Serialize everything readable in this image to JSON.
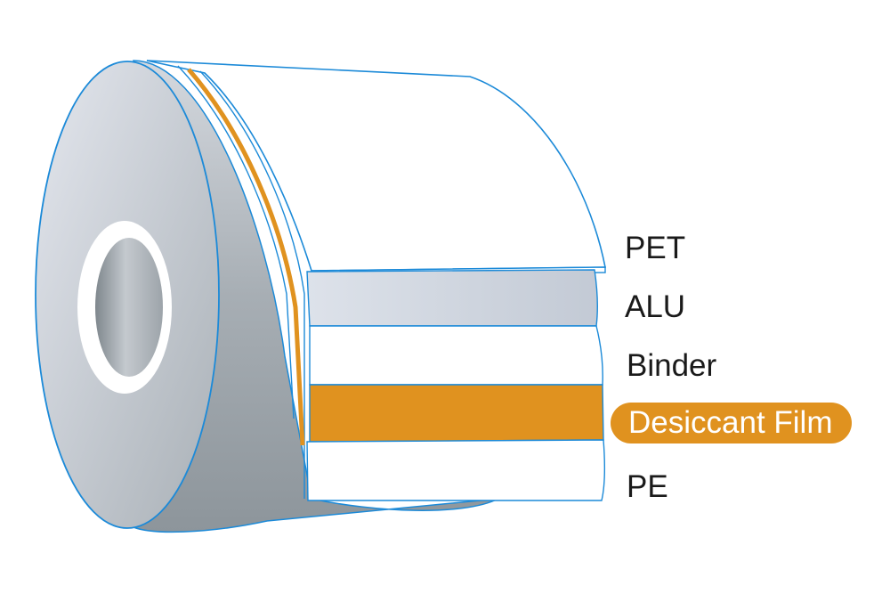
{
  "layers": [
    {
      "id": "pet",
      "label": "PET",
      "color": "#ffffff"
    },
    {
      "id": "alu",
      "label": "ALU",
      "color": "#cfd6e2"
    },
    {
      "id": "binder",
      "label": "Binder",
      "color": "#ffffff"
    },
    {
      "id": "desiccant",
      "label": "Desiccant Film",
      "color": "#e0921f",
      "highlighted": true
    },
    {
      "id": "pe",
      "label": "PE",
      "color": "#ffffff"
    }
  ],
  "colors": {
    "outline": "#1c8ad8",
    "highlight": "#e0921f",
    "roll_light": "#dfe3ea",
    "roll_dark": "#9ea6ad",
    "core_hole": "#b6bcc2"
  }
}
